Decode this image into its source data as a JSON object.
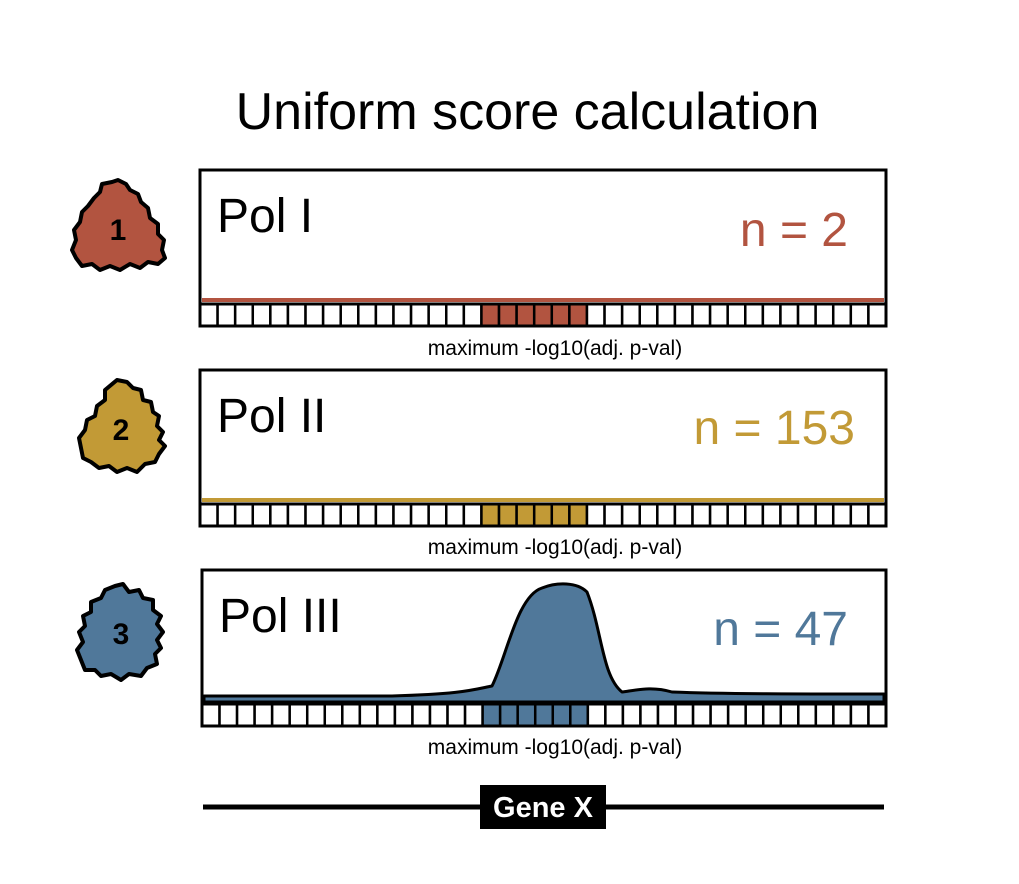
{
  "title": "Uniform score calculation",
  "colors": {
    "pol1": "#B25440",
    "pol2": "#C29A36",
    "pol3": "#50789A",
    "ink": "#000000"
  },
  "panels": [
    {
      "badge": "1",
      "label": "Pol I",
      "n_label": "n = 2",
      "axis_label": "maximum -log10(adj. p-val)",
      "color_key": "pol1",
      "signal": "flat"
    },
    {
      "badge": "2",
      "label": "Pol II",
      "n_label": "n = 153",
      "axis_label": "maximum -log10(adj. p-val)",
      "color_key": "pol2",
      "signal": "flat"
    },
    {
      "badge": "3",
      "label": "Pol III",
      "n_label": "n = 47",
      "axis_label": "maximum -log10(adj. p-val)",
      "color_key": "pol3",
      "signal": "peak"
    }
  ],
  "gene": {
    "label": "Gene X"
  }
}
